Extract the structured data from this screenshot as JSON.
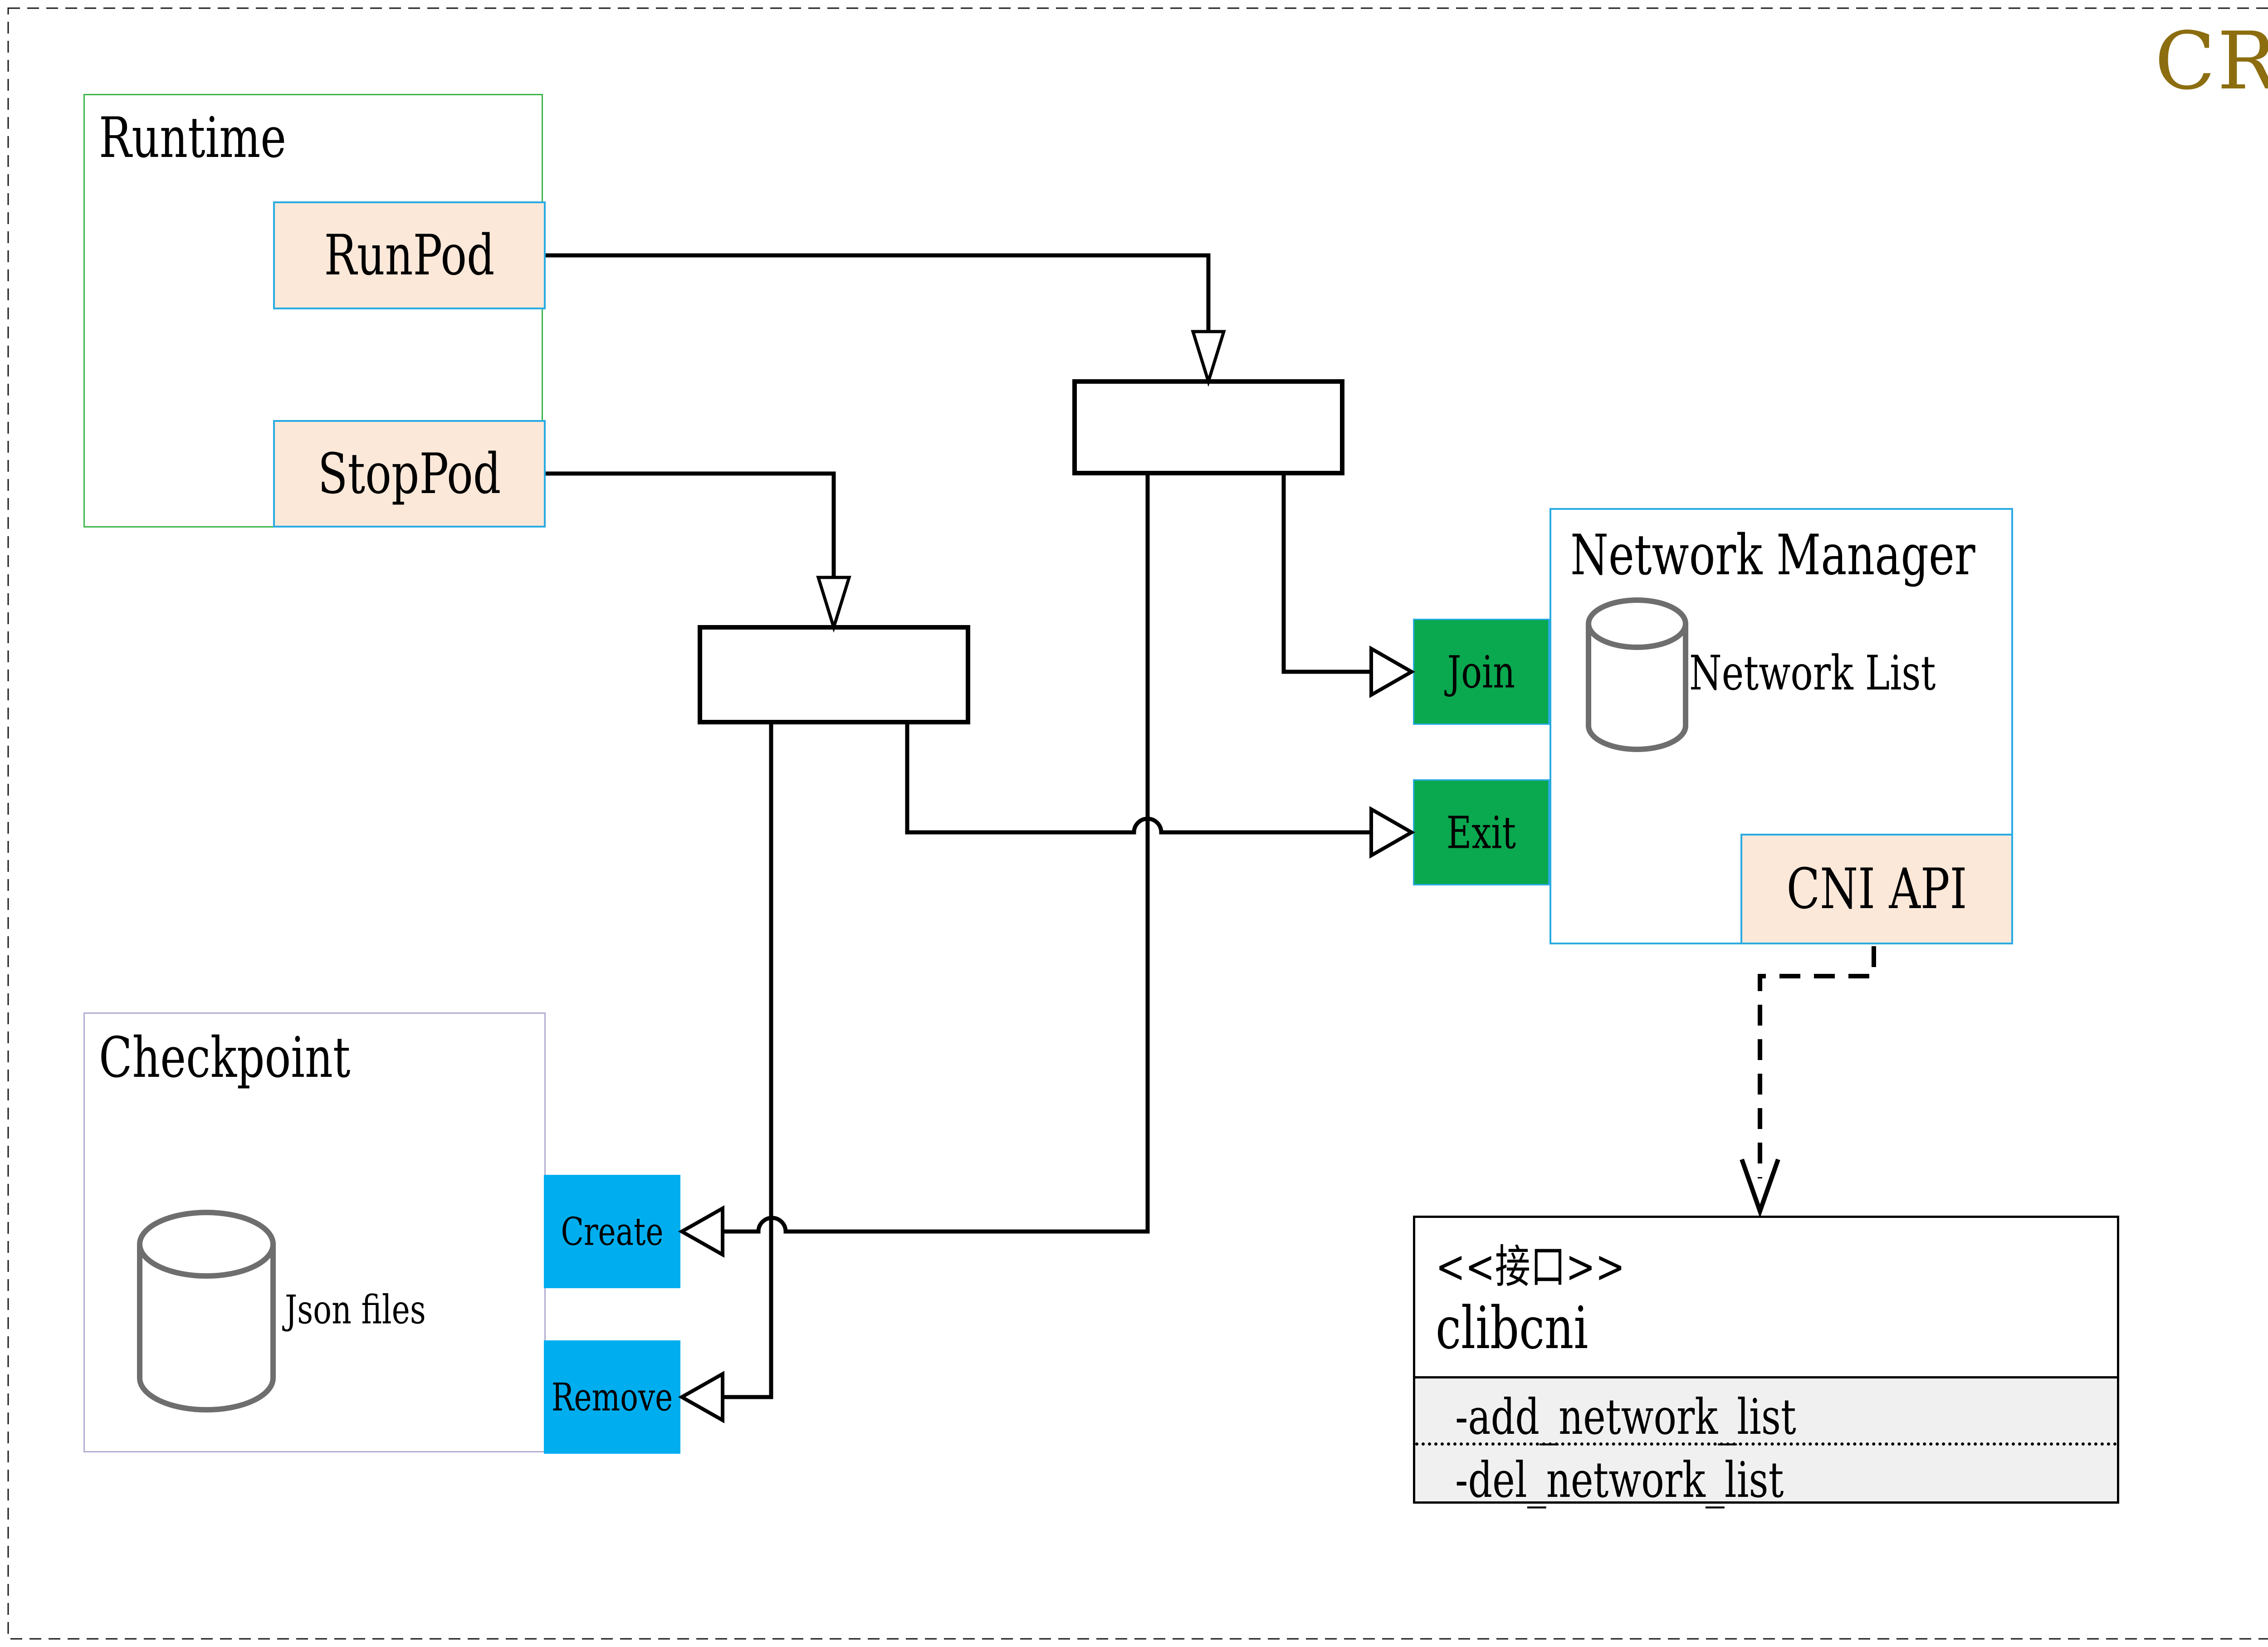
{
  "title": "CRI",
  "palette": {
    "title_color": "#8C6D0F",
    "runtime_border_green": "#3BB54A",
    "checkpoint_border_purple": "#B4ABD2",
    "node_border_blue": "#29ABE2",
    "peach_fill": "#FCE8D9",
    "green_fill": "#0AA84F",
    "blue_fill": "#00AEEF",
    "methods_section_fill": "#F0F0F0",
    "cylinder_gray": "#6E6E6E"
  },
  "runtime": {
    "label": "Runtime",
    "run_pod": "RunPod",
    "stop_pod": "StopPod"
  },
  "checkpoint": {
    "label": "Checkpoint",
    "store": "Json files",
    "create": "Create",
    "remove": "Remove"
  },
  "network_manager": {
    "label": "Network Manager",
    "store": "Network List",
    "join": "Join",
    "exit": "Exit",
    "api": "CNI API"
  },
  "cni_interface": {
    "stereotype": "<<接口>>",
    "name": "clibcni",
    "methods": [
      "-add_network_list",
      "-del_network_list"
    ]
  }
}
